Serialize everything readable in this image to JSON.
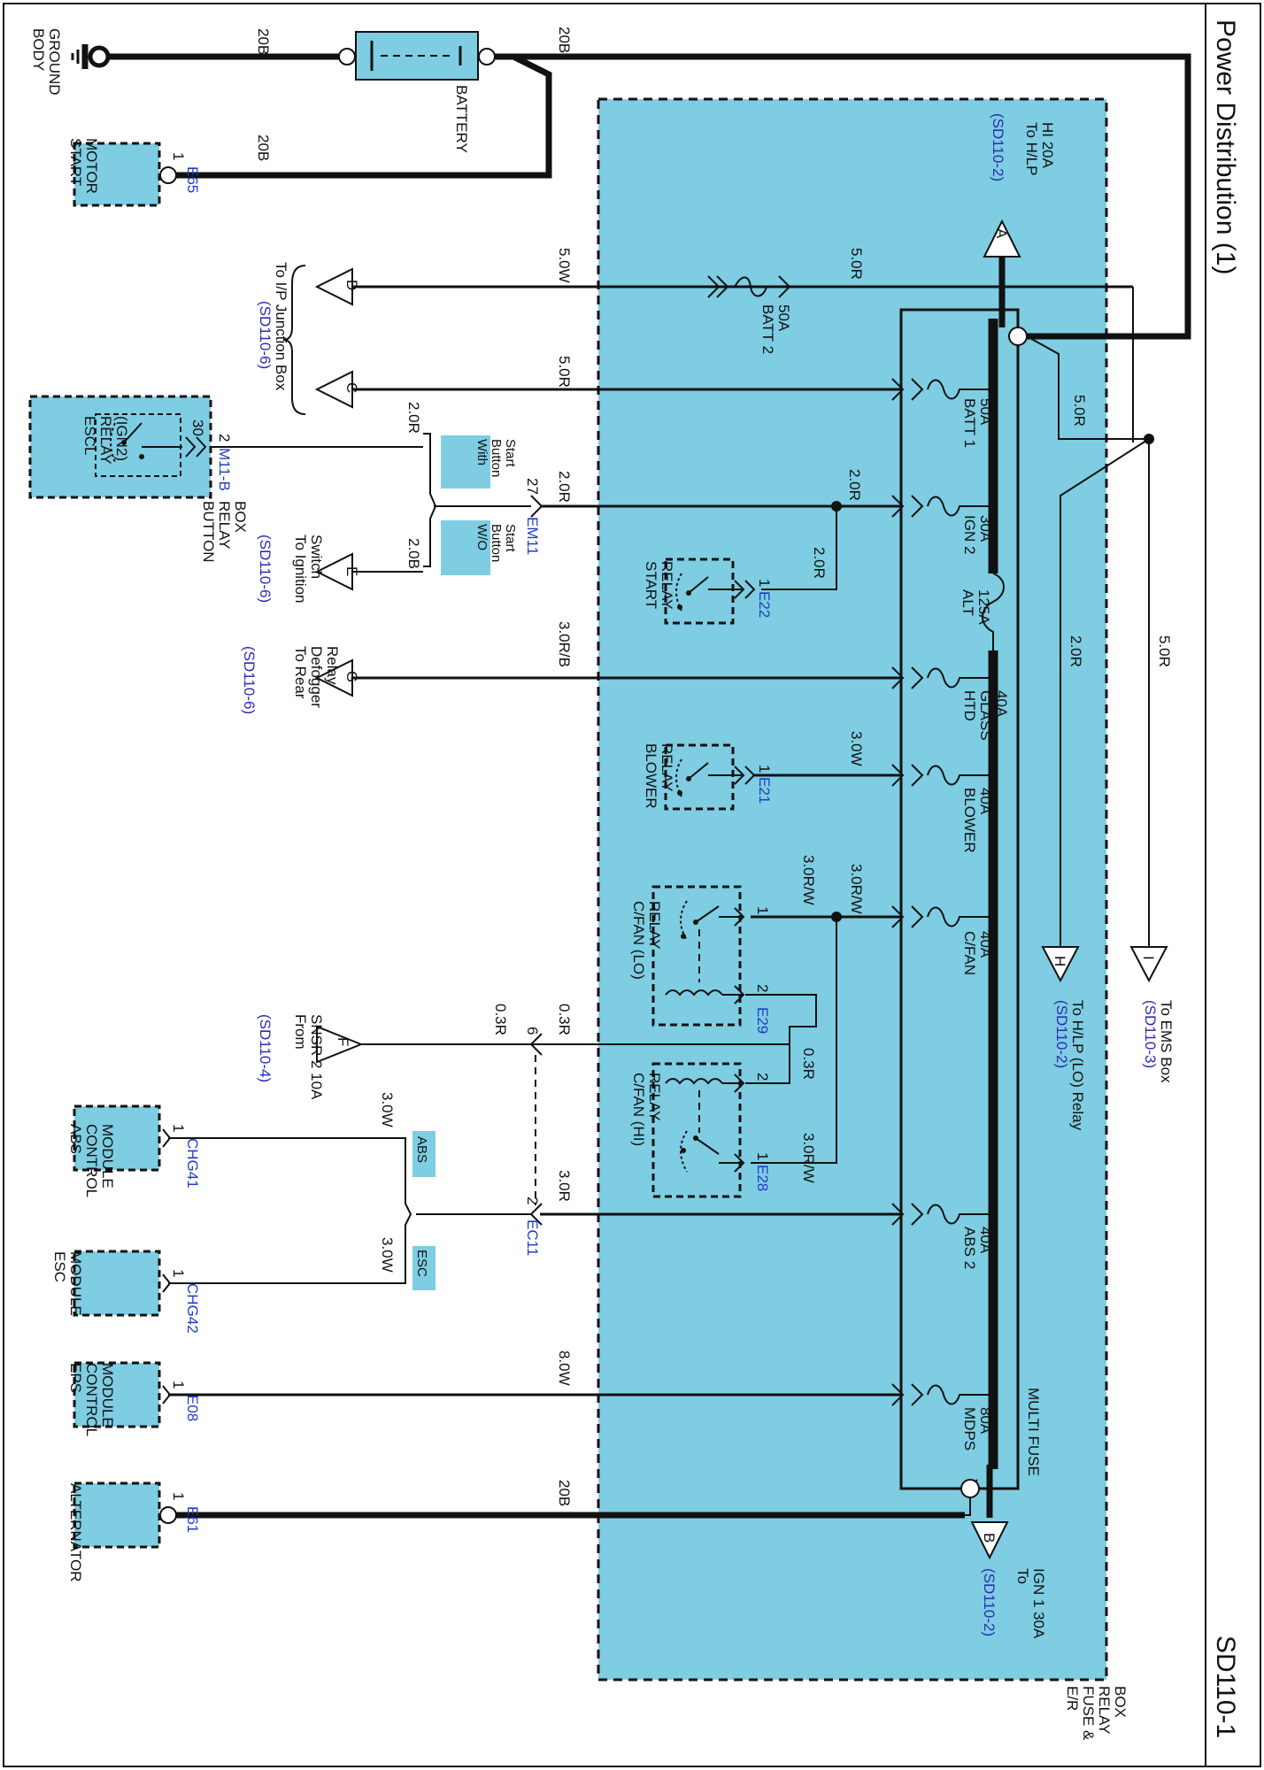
{
  "page": {
    "title": "Power Distribution (1)",
    "code": "SD110-1"
  },
  "box": {
    "name": [
      "E/R",
      "FUSE &",
      "RELAY",
      "BOX"
    ],
    "multi_fuse": "MULTI FUSE"
  },
  "components": {
    "body_ground": [
      "BODY",
      "GROUND"
    ],
    "battery": "BATTERY",
    "start_motor": [
      "START",
      "MOTOR"
    ],
    "esc_relay": [
      "ESCL",
      "RELAY",
      "(IGN2)"
    ],
    "button_relay_box": [
      "BUTTON",
      "RELAY",
      "BOX"
    ],
    "start_relay": [
      "START",
      "RELAY"
    ],
    "blower_relay": [
      "BLOWER",
      "RELAY"
    ],
    "cfan_lo_relay": [
      "C/FAN (LO)",
      "RELAY"
    ],
    "cfan_hi_relay": [
      "C/FAN (HI)",
      "RELAY"
    ],
    "abs_module": [
      "ABS",
      "CONTROL",
      "MODULE"
    ],
    "esc_module": [
      "ESC",
      "MODULE"
    ],
    "eps_module": [
      "EPS",
      "CONTROL",
      "MODULE"
    ],
    "alternator": "ALTERNATOR"
  },
  "fuses": {
    "batt2": [
      "BATT 2",
      "50A"
    ],
    "batt1": [
      "BATT 1",
      "50A"
    ],
    "ign2": [
      "IGN 2",
      "30A"
    ],
    "alt": [
      "ALT",
      "125A"
    ],
    "htd_glass": [
      "HTD",
      "GLASS",
      "40A"
    ],
    "blower": [
      "BLOWER",
      "40A"
    ],
    "cfan": [
      "C/FAN",
      "40A"
    ],
    "abs2": [
      "ABS 2",
      "40A"
    ],
    "mdps": [
      "MDPS",
      "80A"
    ]
  },
  "connectors": {
    "e65": "E65",
    "e22": "E22",
    "e21": "E21",
    "e29": "E29",
    "e28": "E28",
    "em11": "EM11",
    "ec11": "EC11",
    "m11b": "M11-B",
    "chg41": "CHG41",
    "chg42": "CHG42",
    "e08": "E08",
    "e61": "E61"
  },
  "pins": {
    "p1": "1",
    "p2": "2",
    "p6": "6",
    "p27": "27",
    "p30": "30"
  },
  "wires": {
    "w20b": "20B",
    "w5_0w": "5.0W",
    "w5_0r": "5.0R",
    "w2_0r": "2.0R",
    "w2_0b": "2.0B",
    "w3_0rb": "3.0R/B",
    "w3_0w": "3.0W",
    "w3_0rw": "3.0R/W",
    "w0_3r": "0.3R",
    "w3_0r": "3.0R",
    "w8_0w": "8.0W"
  },
  "options": {
    "with_button": [
      "With",
      "Button",
      "Start"
    ],
    "wo_button": [
      "W/O",
      "Button",
      "Start"
    ],
    "abs": "ABS",
    "esc": "ESC"
  },
  "terminals": {
    "a": {
      "letter": "A",
      "text": [
        "To H/LP",
        "HI 20A"
      ],
      "ref": "(SD110-2)"
    },
    "b": {
      "letter": "B",
      "text": [
        "To",
        "IGN 1 30A"
      ],
      "ref": "(SD110-2)"
    },
    "c": {
      "letter": "C"
    },
    "d": {
      "letter": "D"
    },
    "cd_text": [
      "To I/P Junction Box"
    ],
    "cd_ref": "(SD110-6)",
    "e": {
      "letter": "E",
      "text": [
        "To Ignition",
        "Switch"
      ],
      "ref": "(SD110-6)"
    },
    "f": {
      "letter": "F",
      "text": [
        "From",
        "SNSR 2 10A"
      ],
      "ref": "(SD110-4)"
    },
    "g": {
      "letter": "G",
      "text": [
        "To Rear",
        "Defogger",
        "Relay"
      ],
      "ref": "(SD110-6)"
    },
    "h": {
      "letter": "H",
      "text": [
        "To H/LP (LO) Relay"
      ],
      "ref": "(SD110-2)"
    },
    "i": {
      "letter": "I",
      "text": [
        "To EMS Box"
      ],
      "ref": "(SD110-3)"
    }
  }
}
